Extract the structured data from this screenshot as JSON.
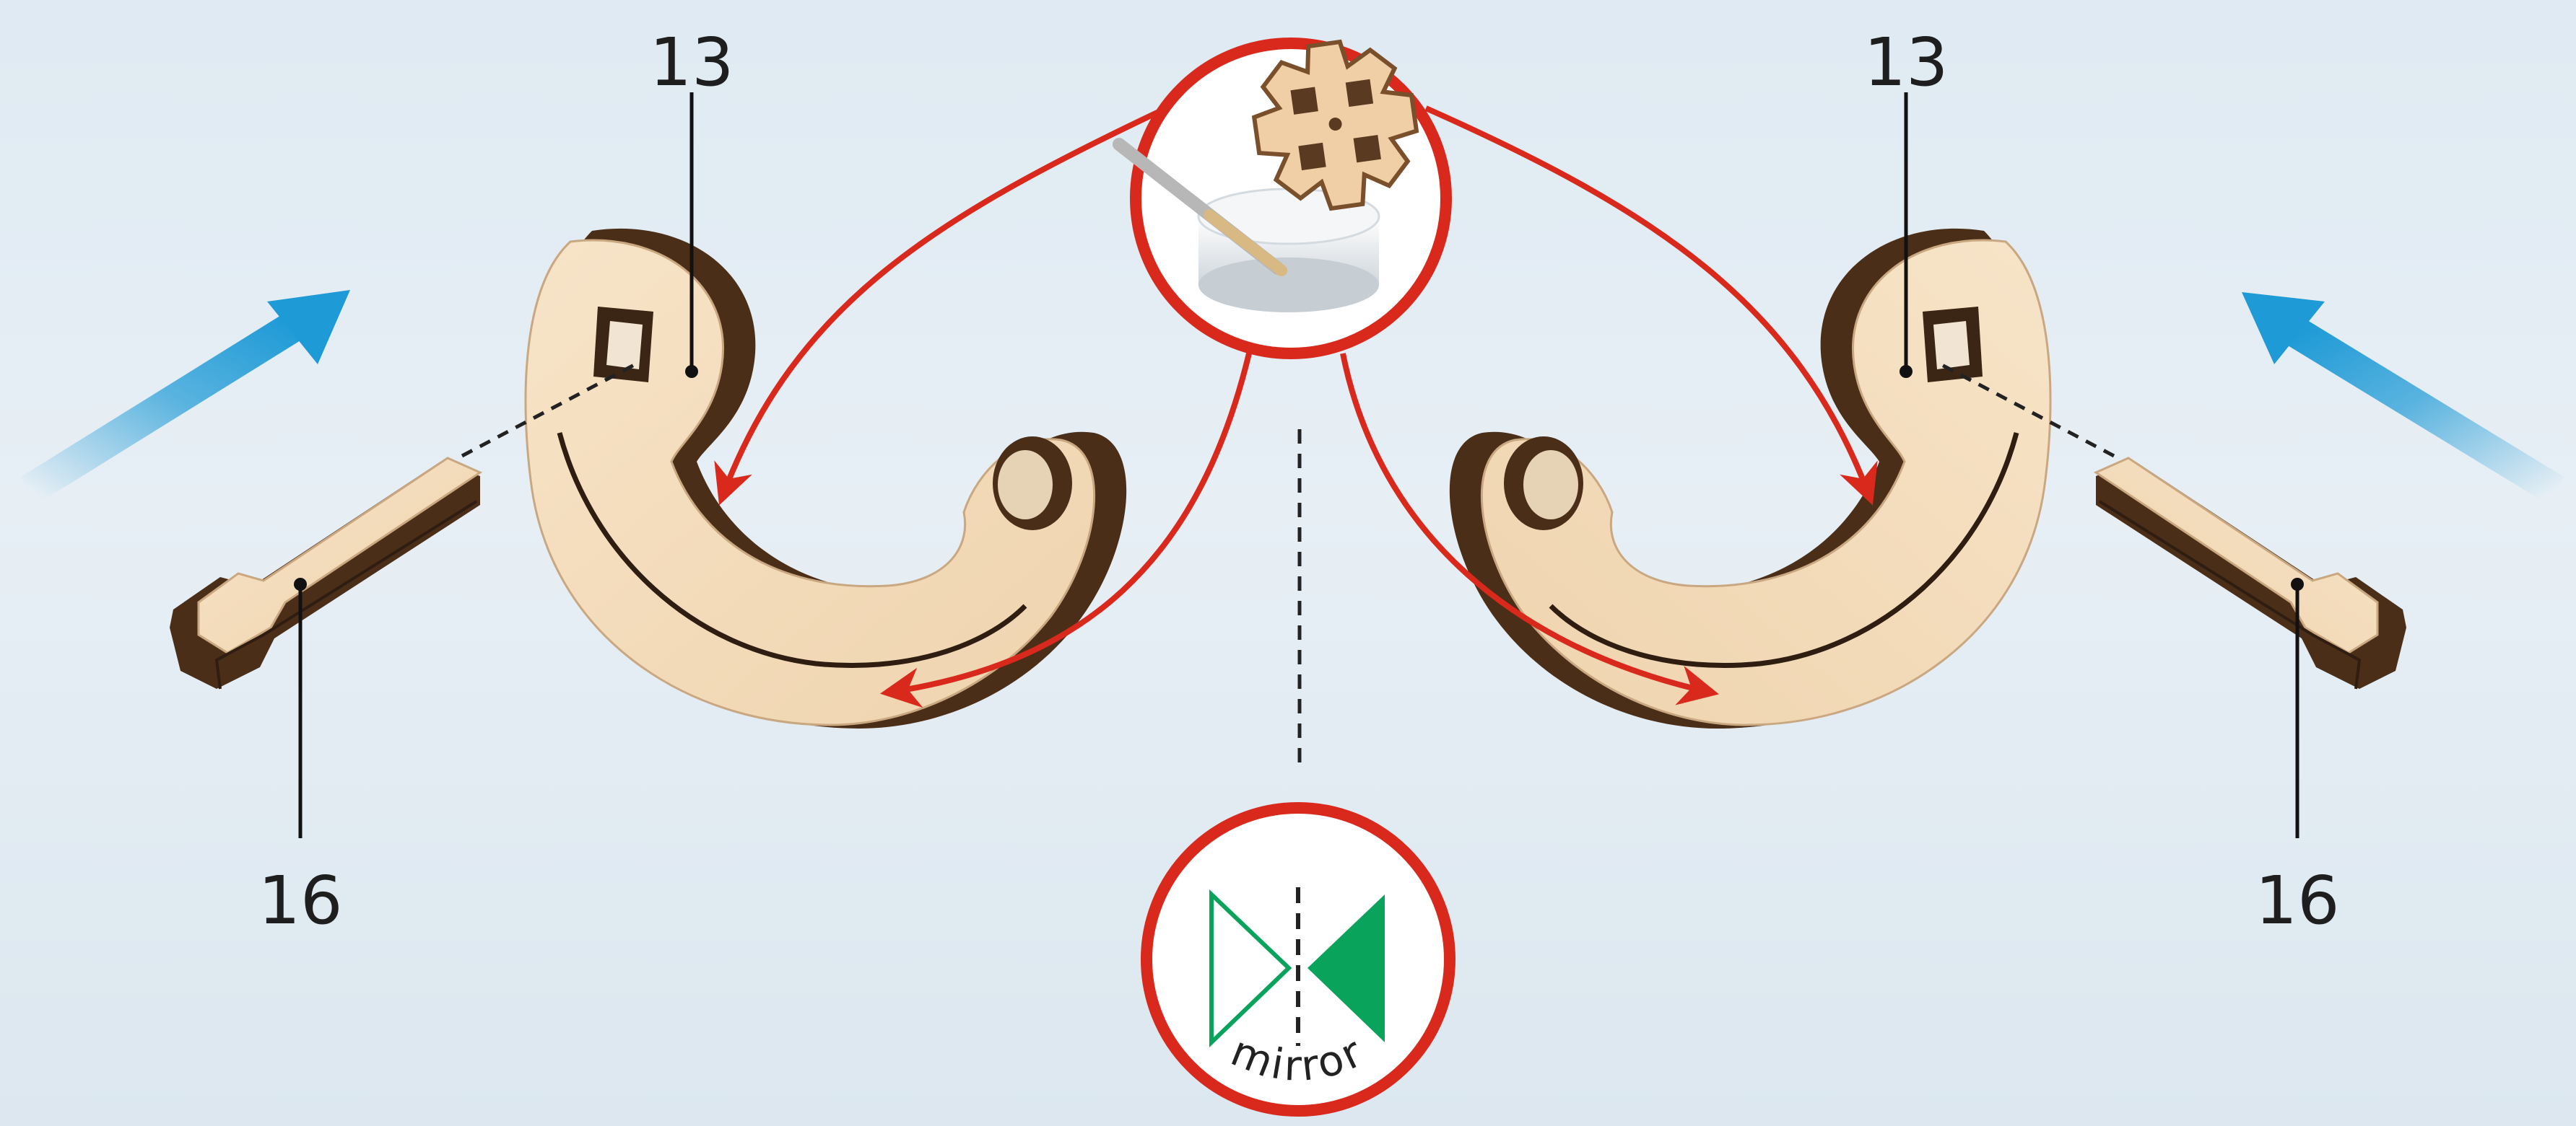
{
  "labels": {
    "part_top_left": "13",
    "part_top_right": "13",
    "part_bottom_left": "16",
    "part_bottom_right": "16"
  },
  "mirror_badge": {
    "text": "mirror",
    "ring_color": "#d9291c",
    "icon_color": "#0aa35b"
  },
  "colors": {
    "arrow_red": "#d9291c",
    "flow_arrow_blue": "#1e9ad6",
    "wood_light": "#f3dcbd",
    "wood_dark": "#5b3a22"
  }
}
